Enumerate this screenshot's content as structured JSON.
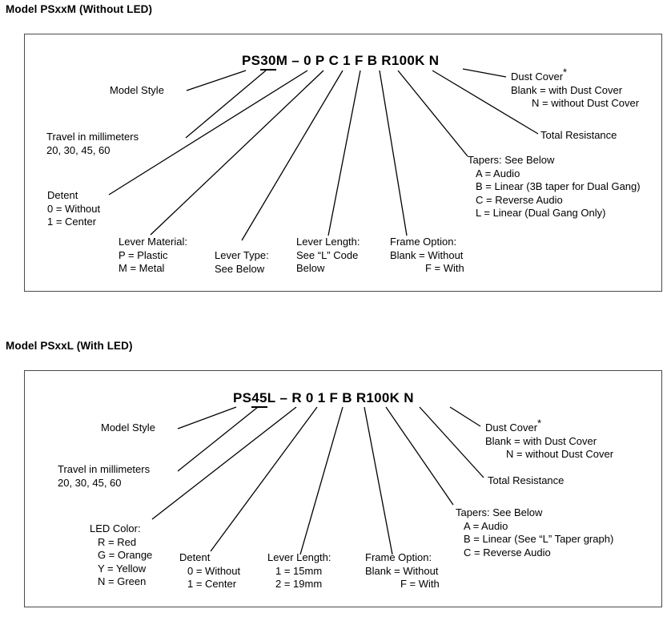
{
  "diagrams": [
    {
      "heading": "Model PSxxM (Without LED)",
      "part_number": {
        "model": "PS30M",
        "dash": "–",
        "detent": "0",
        "lever_material": "P",
        "lever_type": "C",
        "lever_length": "1",
        "frame_option": "F",
        "taper": "B",
        "resistance": "R100K",
        "dust_cover": "N",
        "full": "PS30M – 0 P C 1 F B R100K N"
      },
      "callouts": {
        "model_style": "Model Style",
        "travel_title": "Travel in millimeters",
        "travel_values": "20, 30, 45, 60",
        "detent_title": "Detent",
        "detent_0": "0 = Without",
        "detent_1": "1 = Center",
        "lever_material_title": "Lever Material:",
        "lever_material_p": "P = Plastic",
        "lever_material_m": "M = Metal",
        "lever_type_title": "Lever Type:",
        "lever_type_ref": "See Below",
        "lever_length_title": "Lever Length:",
        "lever_length_ref1": "See “L” Code",
        "lever_length_ref2": "Below",
        "frame_title": "Frame Option:",
        "frame_blank": "Blank = Without",
        "frame_f": "F = With",
        "tapers_title": "Tapers: See Below",
        "taper_a": "A = Audio",
        "taper_b": "B = Linear (3B taper for Dual Gang)",
        "taper_c": "C = Reverse Audio",
        "taper_l": "L = Linear (Dual Gang Only)",
        "dust_cover_title": "Dust Cover",
        "dust_cover_asterisk": "*",
        "dust_cover_blank": "Blank = with Dust Cover",
        "dust_cover_n": "N = without Dust Cover",
        "total_resistance": "Total Resistance"
      }
    },
    {
      "heading": "Model PSxxL (With LED)",
      "part_number": {
        "model": "PS45L",
        "dash": "–",
        "led_color": "R",
        "detent": "0",
        "lever_length": "1",
        "frame_option": "F",
        "taper": "B",
        "resistance": "R100K",
        "dust_cover": "N",
        "full": "PS45L – R 0 1 F B R100K N"
      },
      "callouts": {
        "model_style": "Model Style",
        "travel_title": "Travel in millimeters",
        "travel_values": "20, 30, 45, 60",
        "led_title": "LED Color:",
        "led_r": "R = Red",
        "led_g": "G = Orange",
        "led_y": "Y = Yellow",
        "led_n": "N = Green",
        "detent_title": "Detent",
        "detent_0": "0 = Without",
        "detent_1": "1 = Center",
        "lever_length_title": "Lever Length:",
        "lever_length_1": "1 = 15mm",
        "lever_length_2": "2 = 19mm",
        "frame_title": "Frame Option:",
        "frame_blank": "Blank = Without",
        "frame_f": "F = With",
        "tapers_title": "Tapers: See Below",
        "taper_a": "A = Audio",
        "taper_b": "B = Linear (See “L” Taper graph)",
        "taper_c": "C = Reverse Audio",
        "dust_cover_title": "Dust Cover",
        "dust_cover_asterisk": "*",
        "dust_cover_blank": "Blank = with Dust Cover",
        "dust_cover_n": "N = without Dust Cover",
        "total_resistance": "Total Resistance"
      }
    }
  ]
}
